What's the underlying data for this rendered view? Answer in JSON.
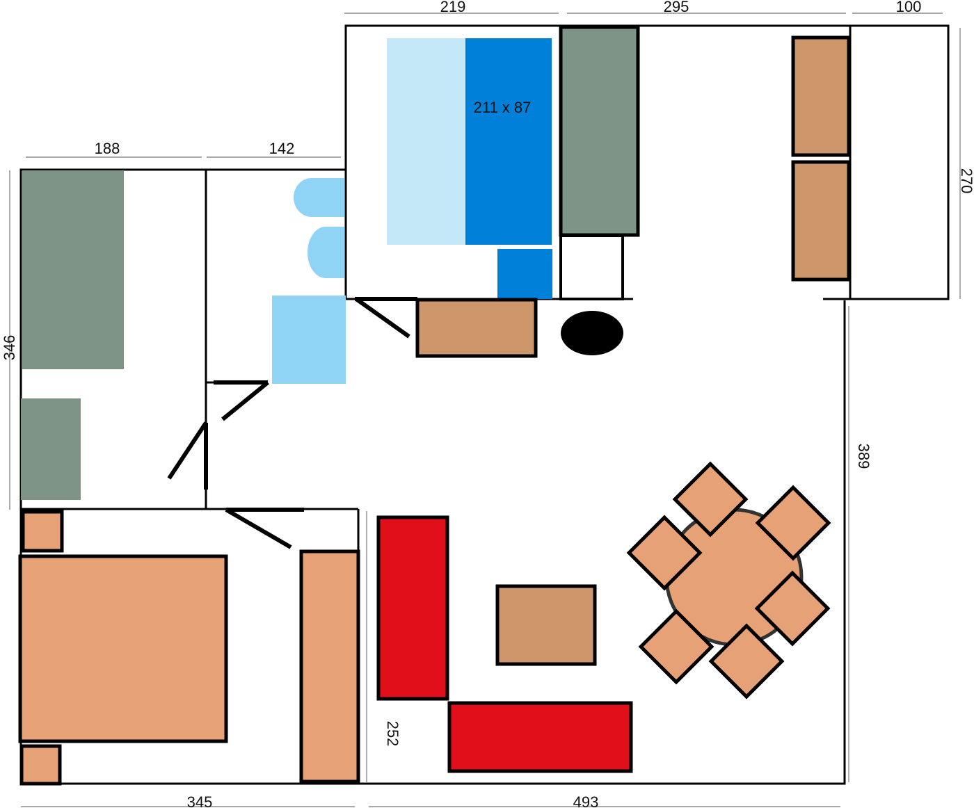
{
  "plan": {
    "dimensions": {
      "top_left_room": "219",
      "top_middle": "295",
      "top_right": "100",
      "left_top_a": "188",
      "left_top_b": "142",
      "left_side": "346",
      "right_top_side": "270",
      "right_side": "389",
      "middle_vertical": "252",
      "bottom_left": "345",
      "bottom_right": "493"
    },
    "bed_label": "211 x 87"
  },
  "colors": {
    "wardrobe_green": "#7d9487",
    "wood_brown": "#cd966b",
    "bed_orange": "#e6a276",
    "sofa_red": "#e00f1a",
    "bed_light_blue": "#c4e8f8",
    "bed_blue": "#0080d8",
    "sanitary_blue": "#8fd4f4"
  }
}
